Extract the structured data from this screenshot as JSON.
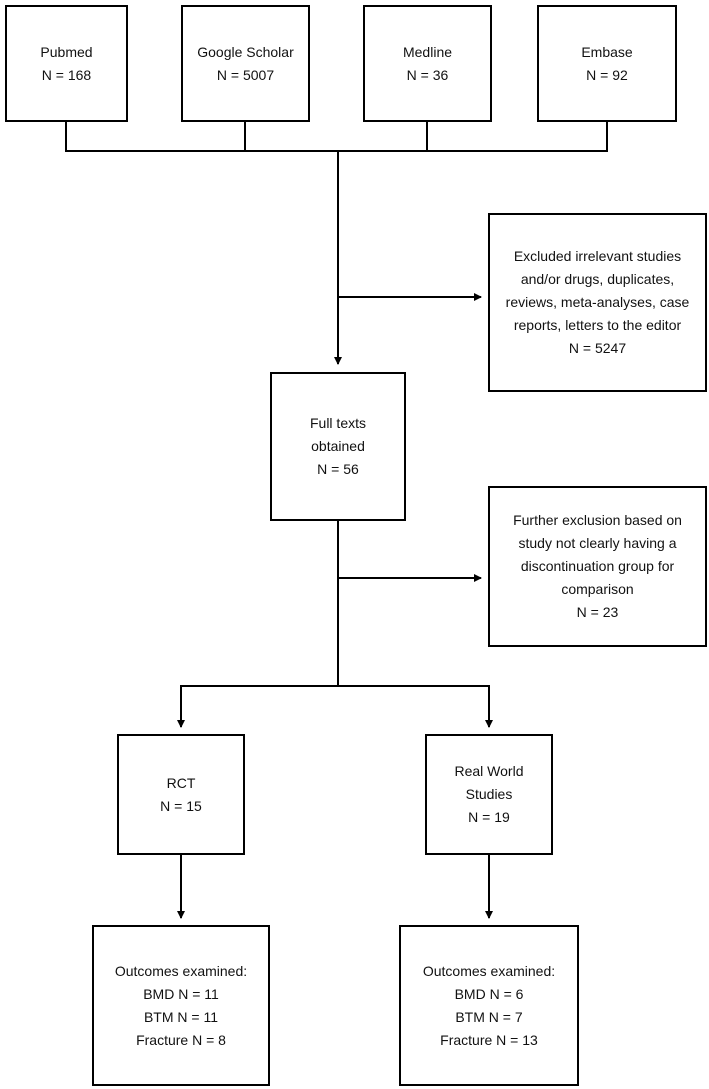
{
  "sources": [
    {
      "name": "Pubmed",
      "count": "N = 168"
    },
    {
      "name": "Google Scholar",
      "count": "N = 5007"
    },
    {
      "name": "Medline",
      "count": "N = 36"
    },
    {
      "name": "Embase",
      "count": "N = 92"
    }
  ],
  "excluded_1": {
    "lines": [
      "Excluded irrelevant studies",
      "and/or drugs, duplicates,",
      "reviews, meta-analyses, case",
      "reports, letters to the editor"
    ],
    "count": "N = 5247"
  },
  "full_texts": {
    "lines": [
      "Full texts",
      "obtained"
    ],
    "count": "N = 56"
  },
  "excluded_2": {
    "lines": [
      "Further exclusion based on",
      "study not clearly having a",
      "discontinuation group for",
      "comparison"
    ],
    "count": "N = 23"
  },
  "rct": {
    "lines": [
      "RCT"
    ],
    "count": "N = 15"
  },
  "real_world": {
    "lines": [
      "Real World",
      "Studies"
    ],
    "count": "N = 19"
  },
  "outcomes_rct": {
    "title": "Outcomes examined:",
    "items": [
      "BMD N = 11",
      "BTM N = 11",
      "Fracture N = 8"
    ]
  },
  "outcomes_real_world": {
    "title": "Outcomes examined:",
    "items": [
      "BMD N = 6",
      "BTM N = 7",
      "Fracture N = 13"
    ]
  }
}
